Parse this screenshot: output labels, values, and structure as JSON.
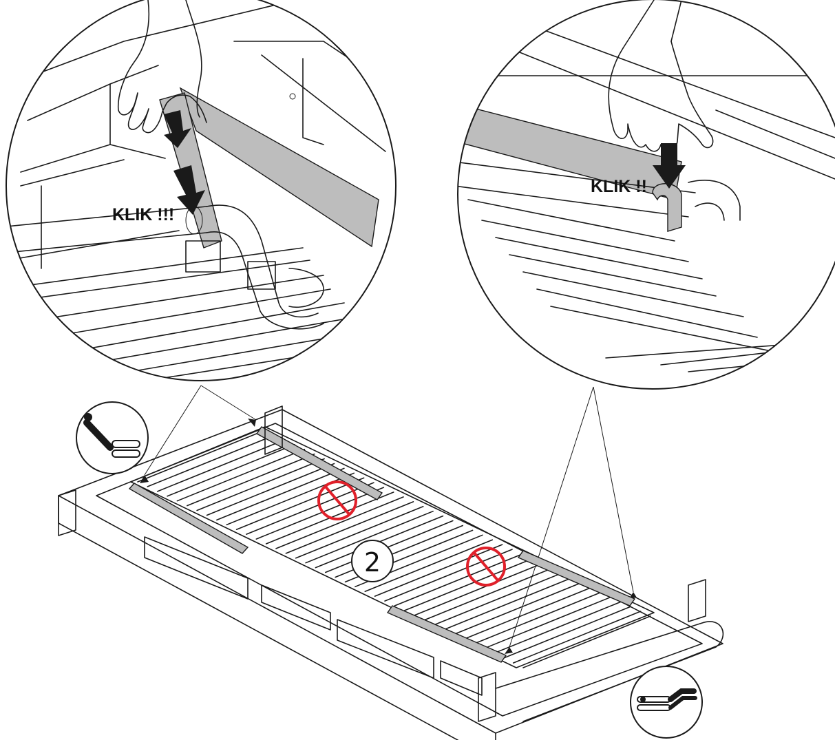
{
  "callouts": {
    "left_klik": "KLIK !!!",
    "right_klik": "KLIK !!"
  },
  "step_number": "2",
  "icons": {
    "position_top_left": "raised-back-position-icon",
    "position_bottom_right": "flat-legs-raised-position-icon",
    "prohibited": "prohibition-sign-icon",
    "press_arrow": "down-arrow-icon"
  },
  "colors": {
    "line": "#1a1a1a",
    "bar_fill": "#bdbdbd",
    "prohibition": "#e0202a",
    "background": "#ffffff"
  }
}
